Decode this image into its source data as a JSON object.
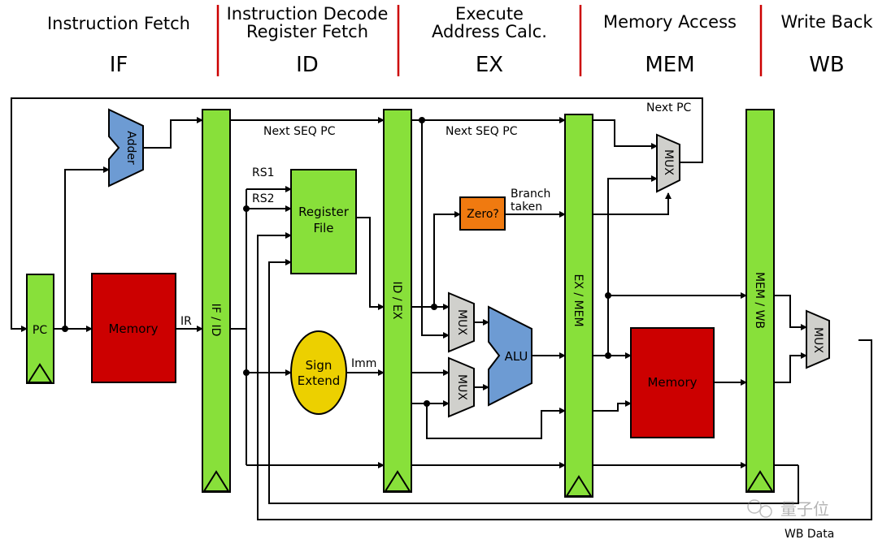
{
  "stages": [
    {
      "title": "Instruction Fetch",
      "abbr": "IF"
    },
    {
      "title_line1": "Instruction Decode",
      "title_line2": "Register Fetch",
      "abbr": "ID"
    },
    {
      "title_line1": "Execute",
      "title_line2": "Address Calc.",
      "abbr": "EX"
    },
    {
      "title": "Memory Access",
      "abbr": "MEM"
    },
    {
      "title": "Write Back",
      "abbr": "WB"
    }
  ],
  "registers": {
    "pc": "PC",
    "if_id": "IF / ID",
    "id_ex": "ID / EX",
    "ex_mem": "EX / MEM",
    "mem_wb": "MEM / WB"
  },
  "blocks": {
    "adder": "Adder",
    "instr_memory": "Memory",
    "register_file_line1": "Register",
    "register_file_line2": "File",
    "sign_extend_line1": "Sign",
    "sign_extend_line2": "Extend",
    "zero": "Zero?",
    "alu": "ALU",
    "data_memory": "Memory",
    "mux": "MUX"
  },
  "signals": {
    "ir": "IR",
    "rs1": "RS1",
    "rs2": "RS2",
    "imm": "Imm",
    "next_seq_pc": "Next SEQ PC",
    "branch_line1": "Branch",
    "branch_line2": "taken",
    "next_pc": "Next PC",
    "wb_data": "WB Data"
  },
  "watermark": "量子位",
  "colors": {
    "register": "#88e03a",
    "memory": "#cc0000",
    "adder_alu": "#6d9bd3",
    "mux": "#d0d0cc",
    "zero": "#f07a10",
    "sign_extend": "#ecd000",
    "separator": "#cc0000"
  }
}
